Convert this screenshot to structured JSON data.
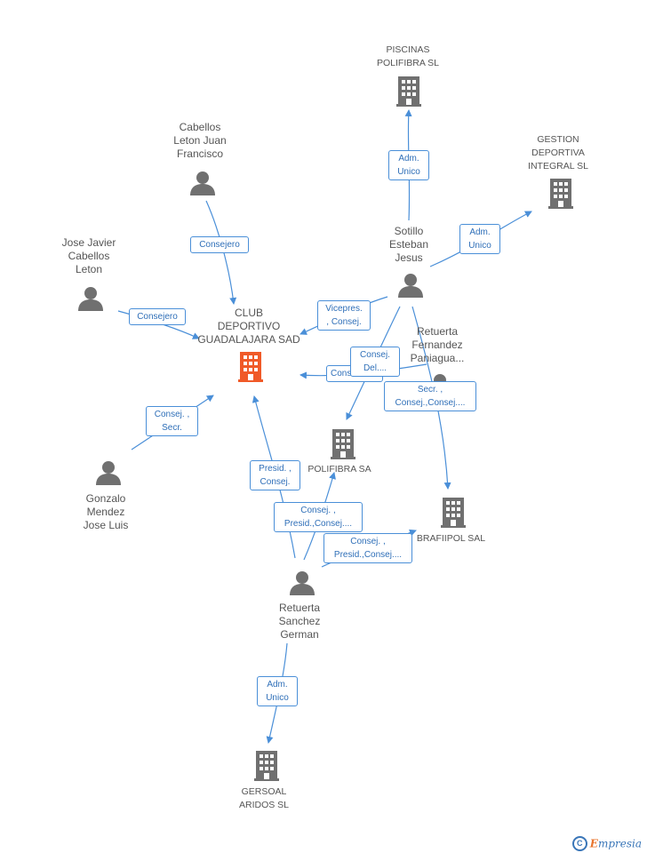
{
  "nodes": {
    "club": "CLUB\nDEPORTIVO\nGUADALAJARA SAD",
    "piscinas": "PISCINAS\nPOLIFIBRA SL",
    "gestion": "GESTION\nDEPORTIVA\nINTEGRAL SL",
    "polifibra": "POLIFIBRA SA",
    "brafiipol": "BRAFIIPOL SAL",
    "gersoal": "GERSOAL\nARIDOS SL",
    "cabellos_juan": "Cabellos\nLeton Juan\nFrancisco",
    "jose_javier": "Jose Javier\nCabellos\nLeton",
    "sotillo": "Sotillo\nEsteban\nJesus",
    "retuerta_fernandez": "Retuerta\nFernandez\nPaniagua...",
    "gonzalo": "Gonzalo\nMendez\nJose Luis",
    "retuerta_sanchez": "Retuerta\nSanchez\nGerman"
  },
  "edges": {
    "adm_unico_piscinas": "Adm.\nUnico",
    "adm_unico_gestion": "Adm.\nUnico",
    "consejero_juan": "Consejero",
    "consejero_jose": "Consejero",
    "vicepres": "Vicepres.\n, Consej.",
    "consej_del": "Consej.\nDel....",
    "cons_partial": "Cons",
    "secr_consej": "Secr. ,\nConsej.,Consej....",
    "consej_secr": "Consej. ,\nSecr.",
    "presid_consej": "Presid. ,\nConsej.",
    "consej_presid_1": "Consej. ,\nPresid.,Consej....",
    "consej_presid_2": "Consej. ,\nPresid.,Consej....",
    "adm_unico_gersoal": "Adm.\nUnico"
  },
  "colors": {
    "edge": "#4a8fd8",
    "company": "#707070",
    "highlight": "#f05a28",
    "person": "#707070"
  },
  "icons": {
    "company": "building-icon",
    "person": "person-icon"
  },
  "footer": {
    "copyright": "C",
    "brand_initial": "E",
    "brand_rest": "mpresia"
  }
}
